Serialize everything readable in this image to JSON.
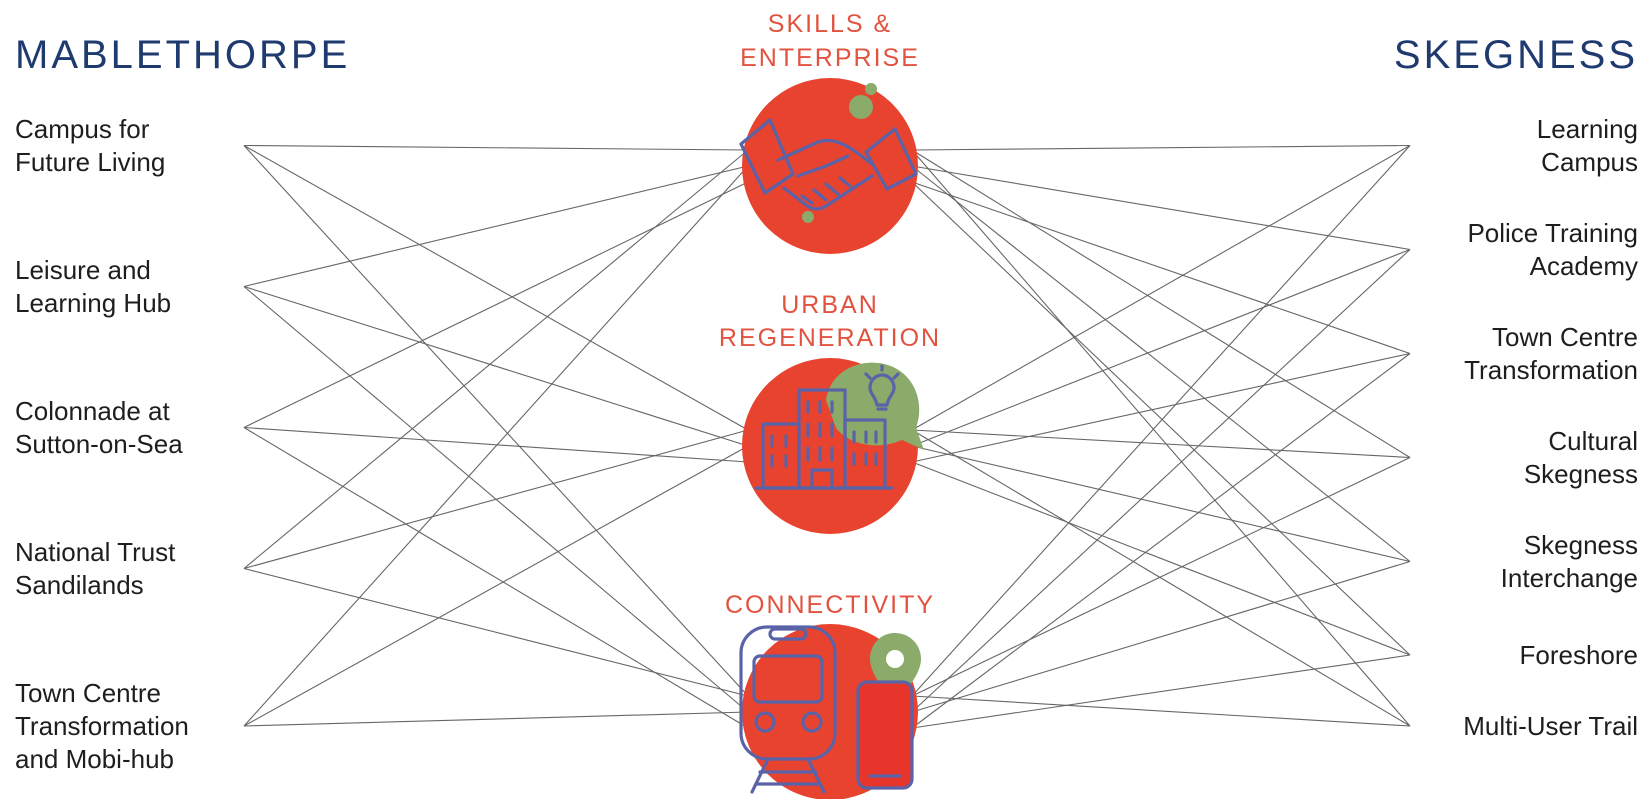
{
  "left_heading": "MABLETHORPE",
  "right_heading": "SKEGNESS",
  "themes": [
    {
      "lines": [
        "SKILLS &",
        "ENTERPRISE"
      ],
      "icon": "handshake-icon"
    },
    {
      "lines": [
        "URBAN",
        "REGENERATION"
      ],
      "icon": "building-lightbulb-icon"
    },
    {
      "lines": [
        "CONNECTIVITY"
      ],
      "icon": "train-phone-pin-icon"
    }
  ],
  "mablethorpe_projects": [
    {
      "lines": [
        "Campus for",
        "Future Living"
      ]
    },
    {
      "lines": [
        "Leisure and",
        "Learning Hub"
      ]
    },
    {
      "lines": [
        "Colonnade at",
        "Sutton-on-Sea"
      ]
    },
    {
      "lines": [
        "National Trust",
        "Sandilands"
      ]
    },
    {
      "lines": [
        "Town Centre",
        "Transformation",
        "and Mobi-hub"
      ]
    }
  ],
  "skegness_projects": [
    {
      "lines": [
        "Learning",
        "Campus"
      ]
    },
    {
      "lines": [
        "Police Training",
        "Academy"
      ]
    },
    {
      "lines": [
        "Town Centre",
        "Transformation"
      ]
    },
    {
      "lines": [
        "Cultural",
        "Skegness"
      ]
    },
    {
      "lines": [
        "Skegness",
        "Interchange"
      ]
    },
    {
      "lines": [
        "Foreshore"
      ]
    },
    {
      "lines": [
        "Multi-User Trail"
      ]
    }
  ],
  "colors": {
    "theme_circle": "#e8432e",
    "accent_green": "#8aab6a",
    "icon_ink": "#5a63a8",
    "heading": "#1f3a6e"
  },
  "links": [
    {
      "project": "m0",
      "theme": 0
    },
    {
      "project": "m0",
      "theme": 1
    },
    {
      "project": "m0",
      "theme": 2
    },
    {
      "project": "m1",
      "theme": 0
    },
    {
      "project": "m1",
      "theme": 1
    },
    {
      "project": "m1",
      "theme": 2
    },
    {
      "project": "m2",
      "theme": 0
    },
    {
      "project": "m2",
      "theme": 1
    },
    {
      "project": "m2",
      "theme": 2
    },
    {
      "project": "m3",
      "theme": 0
    },
    {
      "project": "m3",
      "theme": 1
    },
    {
      "project": "m3",
      "theme": 2
    },
    {
      "project": "m4",
      "theme": 0
    },
    {
      "project": "m4",
      "theme": 1
    },
    {
      "project": "m4",
      "theme": 2
    },
    {
      "project": "s0",
      "theme": 0
    },
    {
      "project": "s0",
      "theme": 1
    },
    {
      "project": "s0",
      "theme": 2
    },
    {
      "project": "s1",
      "theme": 0
    },
    {
      "project": "s1",
      "theme": 1
    },
    {
      "project": "s1",
      "theme": 2
    },
    {
      "project": "s2",
      "theme": 0
    },
    {
      "project": "s2",
      "theme": 1
    },
    {
      "project": "s2",
      "theme": 2
    },
    {
      "project": "s3",
      "theme": 0
    },
    {
      "project": "s3",
      "theme": 1
    },
    {
      "project": "s3",
      "theme": 2
    },
    {
      "project": "s4",
      "theme": 0
    },
    {
      "project": "s4",
      "theme": 1
    },
    {
      "project": "s4",
      "theme": 2
    },
    {
      "project": "s5",
      "theme": 0
    },
    {
      "project": "s5",
      "theme": 1
    },
    {
      "project": "s5",
      "theme": 2
    },
    {
      "project": "s6",
      "theme": 0
    },
    {
      "project": "s6",
      "theme": 1
    },
    {
      "project": "s6",
      "theme": 2
    }
  ]
}
